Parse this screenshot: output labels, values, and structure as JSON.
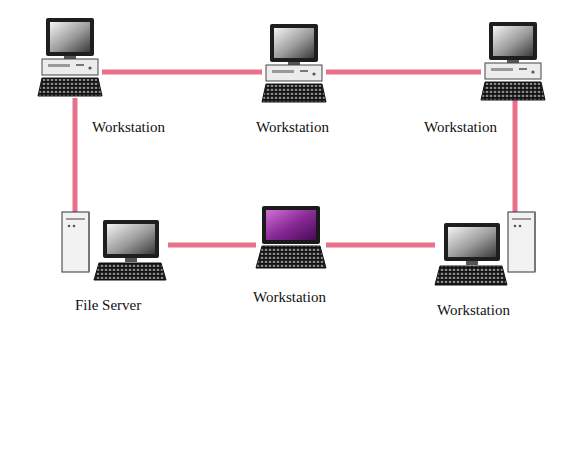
{
  "diagram": {
    "nodes": [
      {
        "text": [
          "Workstation"
        ]
      },
      {
        "text": [
          "Workstation"
        ]
      },
      {
        "text": [
          "Workstation"
        ]
      },
      {
        "text": [
          "File Server"
        ]
      },
      {
        "text": [
          "Workstation"
        ]
      },
      {
        "text": [
          "Workstation"
        ]
      }
    ],
    "edges": [
      {
        "from": 0,
        "to": 1,
        "arrow": "none"
      },
      {
        "from": 1,
        "to": 2,
        "arrow": "none"
      },
      {
        "from": 2,
        "to": 5,
        "arrow": "none"
      },
      {
        "from": 5,
        "to": 4,
        "arrow": "none"
      },
      {
        "from": 4,
        "to": 3,
        "arrow": "none"
      },
      {
        "from": 3,
        "to": 0,
        "arrow": "none"
      }
    ]
  }
}
